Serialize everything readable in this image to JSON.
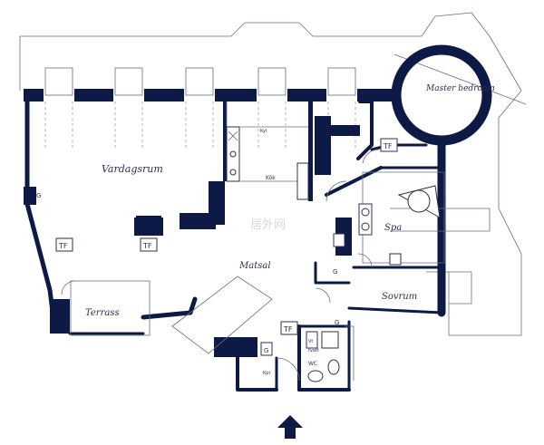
{
  "rooms": {
    "living_room": "Vardagsrum",
    "dining": "Matsal",
    "master_bedroom": "Master bedroom",
    "spa": "Spa",
    "bedroom": "Sovrum",
    "terrace": "Terrass",
    "kitchen": "Kök",
    "wc": "WC"
  },
  "symbols": {
    "fireplace_marks": [
      "TF",
      "TF",
      "TF",
      "TF"
    ],
    "closet_marks": [
      "G",
      "G",
      "G",
      "G"
    ],
    "small_labels": [
      "Vt",
      "tvätt",
      "Kpr",
      "Kyl"
    ]
  },
  "watermark": "居外网",
  "colors": {
    "wall": "#0d1a45",
    "line": "#6a6e80",
    "label": "#2b3050"
  }
}
